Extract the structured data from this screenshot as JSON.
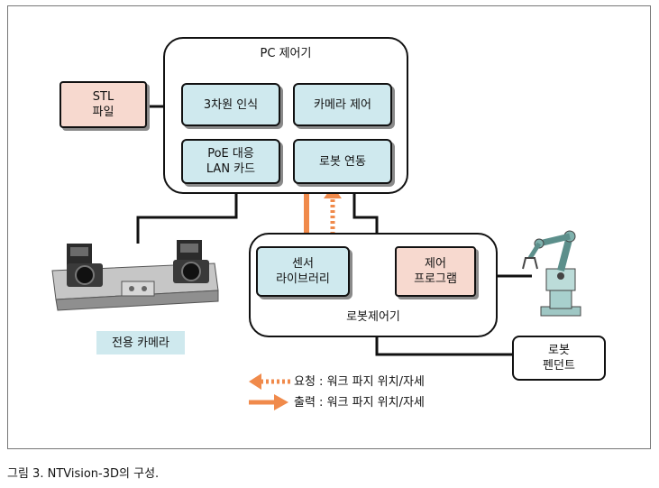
{
  "pc_controller": {
    "title": "PC 제어기",
    "modules": {
      "recognition_3d": "3차원 인식",
      "camera_control": "카메라 제어",
      "poe_lan": "PoE 대응\nLAN 카드",
      "robot_link": "로봇 연동"
    }
  },
  "stl_file": "STL\n파일",
  "robot_controller": {
    "title": "로봇제어기",
    "sensor_library": "센서\n라이브러리",
    "control_program": "제어\n프로그램"
  },
  "camera_caption": "전용 카메라",
  "pendant": "로봇\n펜던트",
  "legend": {
    "request": "요청 : 워크 파지 위치/자세",
    "output": "출력 : 워크 파지 위치/자세"
  },
  "figure_caption": "그림 3. NTVision-3D의 구성.",
  "colors": {
    "module_fill": "#cfe9ee",
    "program_fill": "#f7d9cf",
    "arrow": "#f08a4b"
  }
}
